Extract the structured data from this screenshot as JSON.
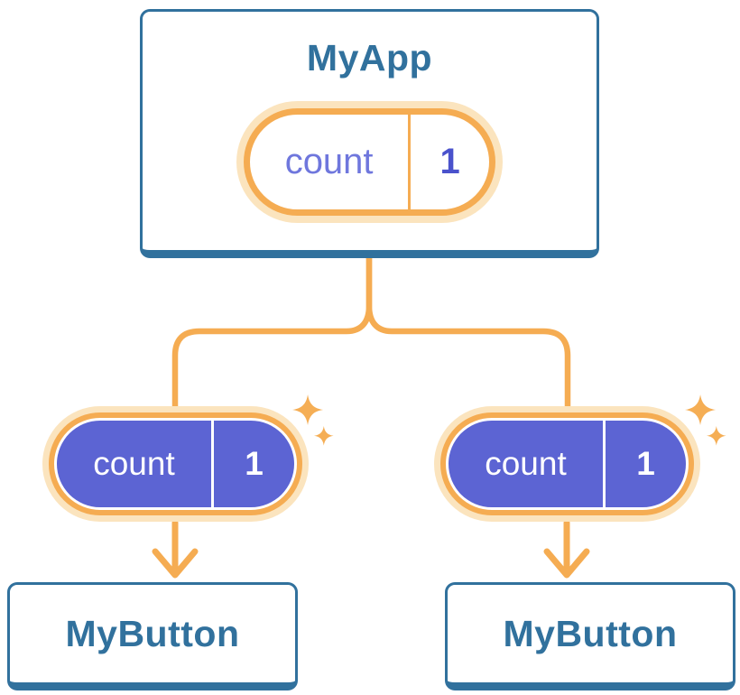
{
  "diagram": {
    "root": {
      "title": "MyApp",
      "state": {
        "label": "count",
        "value": "1"
      }
    },
    "children": [
      {
        "title": "MyButton",
        "prop": {
          "label": "count",
          "value": "1"
        }
      },
      {
        "title": "MyButton",
        "prop": {
          "label": "count",
          "value": "1"
        }
      }
    ]
  },
  "icons": {
    "sparkle": "✦",
    "arrow_down": "↓"
  },
  "theme": {
    "background": "#ffffff",
    "blue": "#31719d",
    "orange": "#f5ac52",
    "halo_orange": "#fbe4be",
    "purple": "#5c64d3",
    "state_label_purple": "#6f77dd",
    "state_value_purple": "#4a52cc",
    "sparkle_orange": "#f5ae55",
    "white": "#ffffff"
  }
}
